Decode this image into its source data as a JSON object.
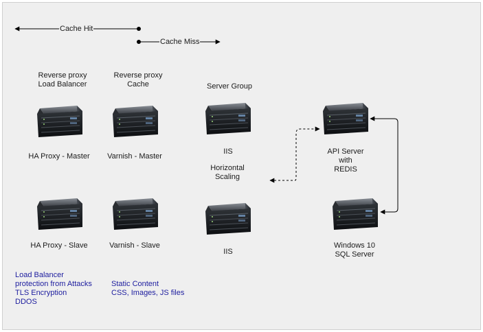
{
  "legend": {
    "cache_hit": "Cache Hit",
    "cache_miss": "Cache Miss"
  },
  "headers": {
    "reverse_proxy_lb": "Reverse proxy\nLoad Balancer",
    "reverse_proxy_cache": "Reverse proxy\nCache",
    "server_group": "Server Group"
  },
  "servers": {
    "haproxy_master": "HA Proxy - Master",
    "varnish_master": "Varnish - Master",
    "iis_1": "IIS",
    "horizontal_scaling": "Horizontal\nScaling",
    "api_server": "API Server\nwith\nREDIS",
    "haproxy_slave": "HA Proxy - Slave",
    "varnish_slave": "Varnish - Slave",
    "iis_2": "IIS",
    "sql_server": "Windows 10\nSQL Server"
  },
  "notes": {
    "load_balancer": "Load Balancer\nprotection from Attacks\nTLS Encryption\nDDOS",
    "static_content": "Static Content\nCSS, Images, JS files"
  },
  "colors": {
    "canvas_bg": "#efefef",
    "note_text": "#1c1c9e",
    "connector": "#000000"
  },
  "icons": {
    "server": "rack-server-icon"
  }
}
